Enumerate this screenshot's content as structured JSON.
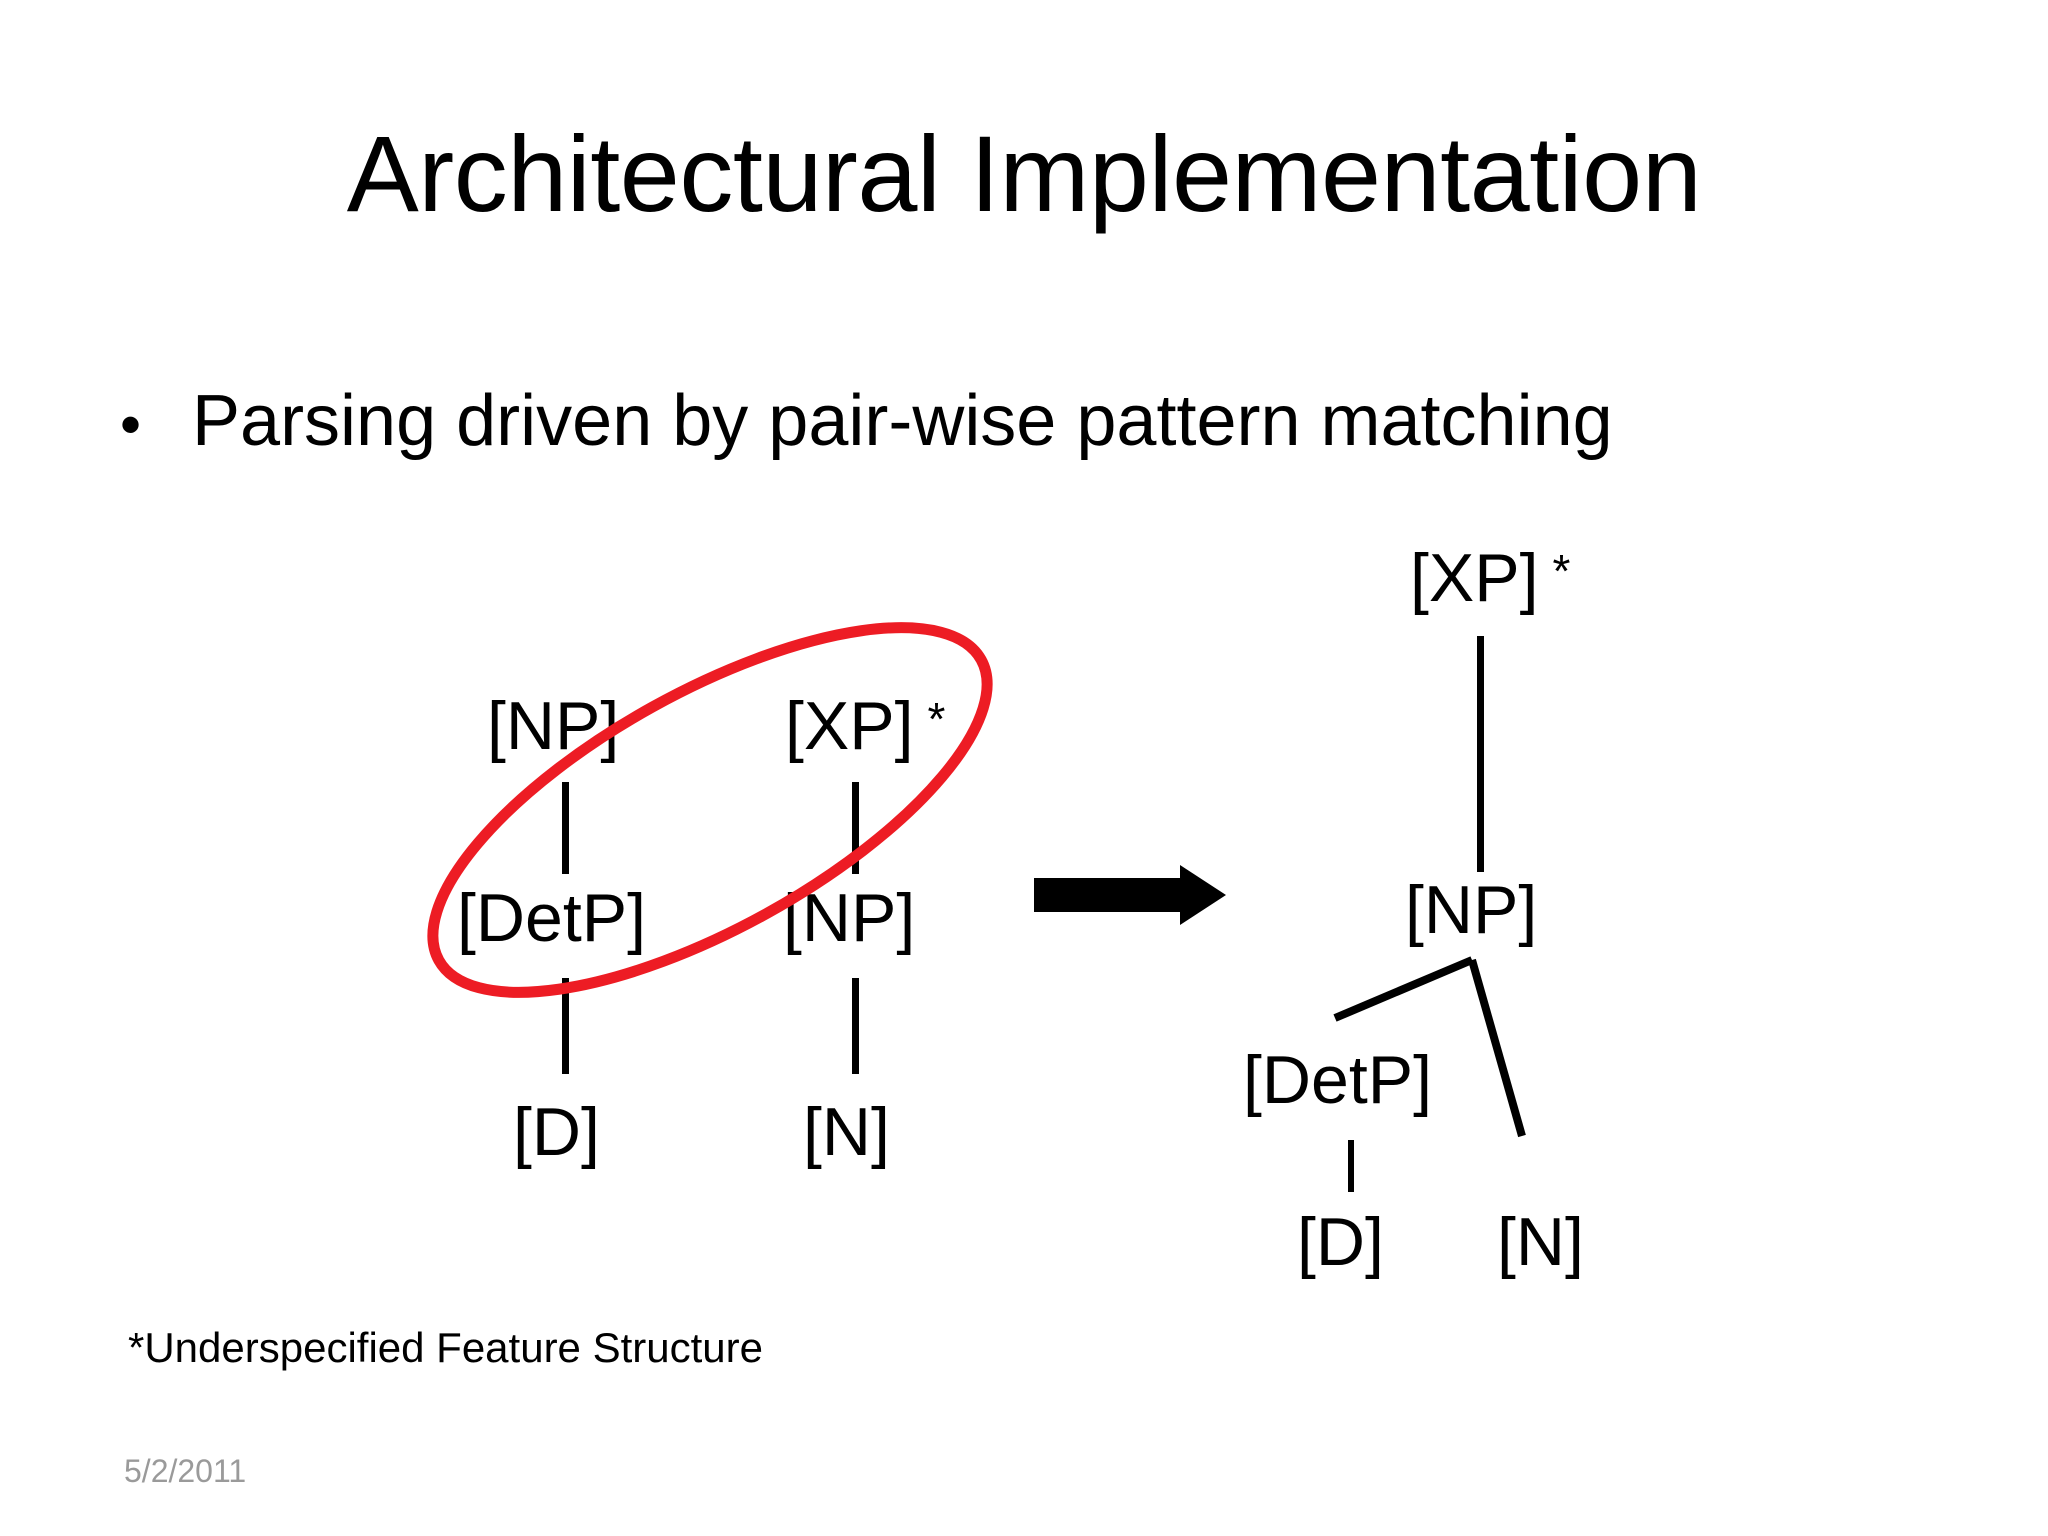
{
  "slide": {
    "title": "Architectural Implementation",
    "bullet_glyph": "•",
    "bullets": [
      {
        "text": "Parsing driven by pair-wise pattern matching"
      }
    ],
    "footnote": "*Underspecified Feature Structure",
    "date": "5/2/2011"
  },
  "diagram": {
    "accent_color": "#ED1C24",
    "line_color": "#000000",
    "star_marker": "*",
    "left_group": {
      "name": "input-pair",
      "tree_a": {
        "nodes": [
          {
            "label": "[NP]",
            "star": ""
          },
          {
            "label": "[DetP]",
            "star": ""
          },
          {
            "label": "[D]",
            "star": ""
          }
        ]
      },
      "tree_b": {
        "nodes": [
          {
            "label": "[XP]",
            "star": "*"
          },
          {
            "label": "[NP]",
            "star": ""
          },
          {
            "label": "[N]",
            "star": ""
          }
        ]
      },
      "highlight": {
        "name": "match-ellipse",
        "shape": "ellipse",
        "color": "#ED1C24",
        "encircles": [
          "[NP]",
          "[NP]"
        ]
      }
    },
    "transform_arrow": {
      "name": "transform-arrow",
      "direction": "right",
      "color": "#000000"
    },
    "right_group": {
      "name": "unified-tree",
      "nodes": [
        {
          "label": "[XP]",
          "star": "*"
        },
        {
          "label": "[NP]",
          "star": ""
        },
        {
          "label": "[DetP]",
          "star": ""
        },
        {
          "label": "[D]",
          "star": ""
        },
        {
          "label": "[N]",
          "star": ""
        }
      ]
    }
  }
}
